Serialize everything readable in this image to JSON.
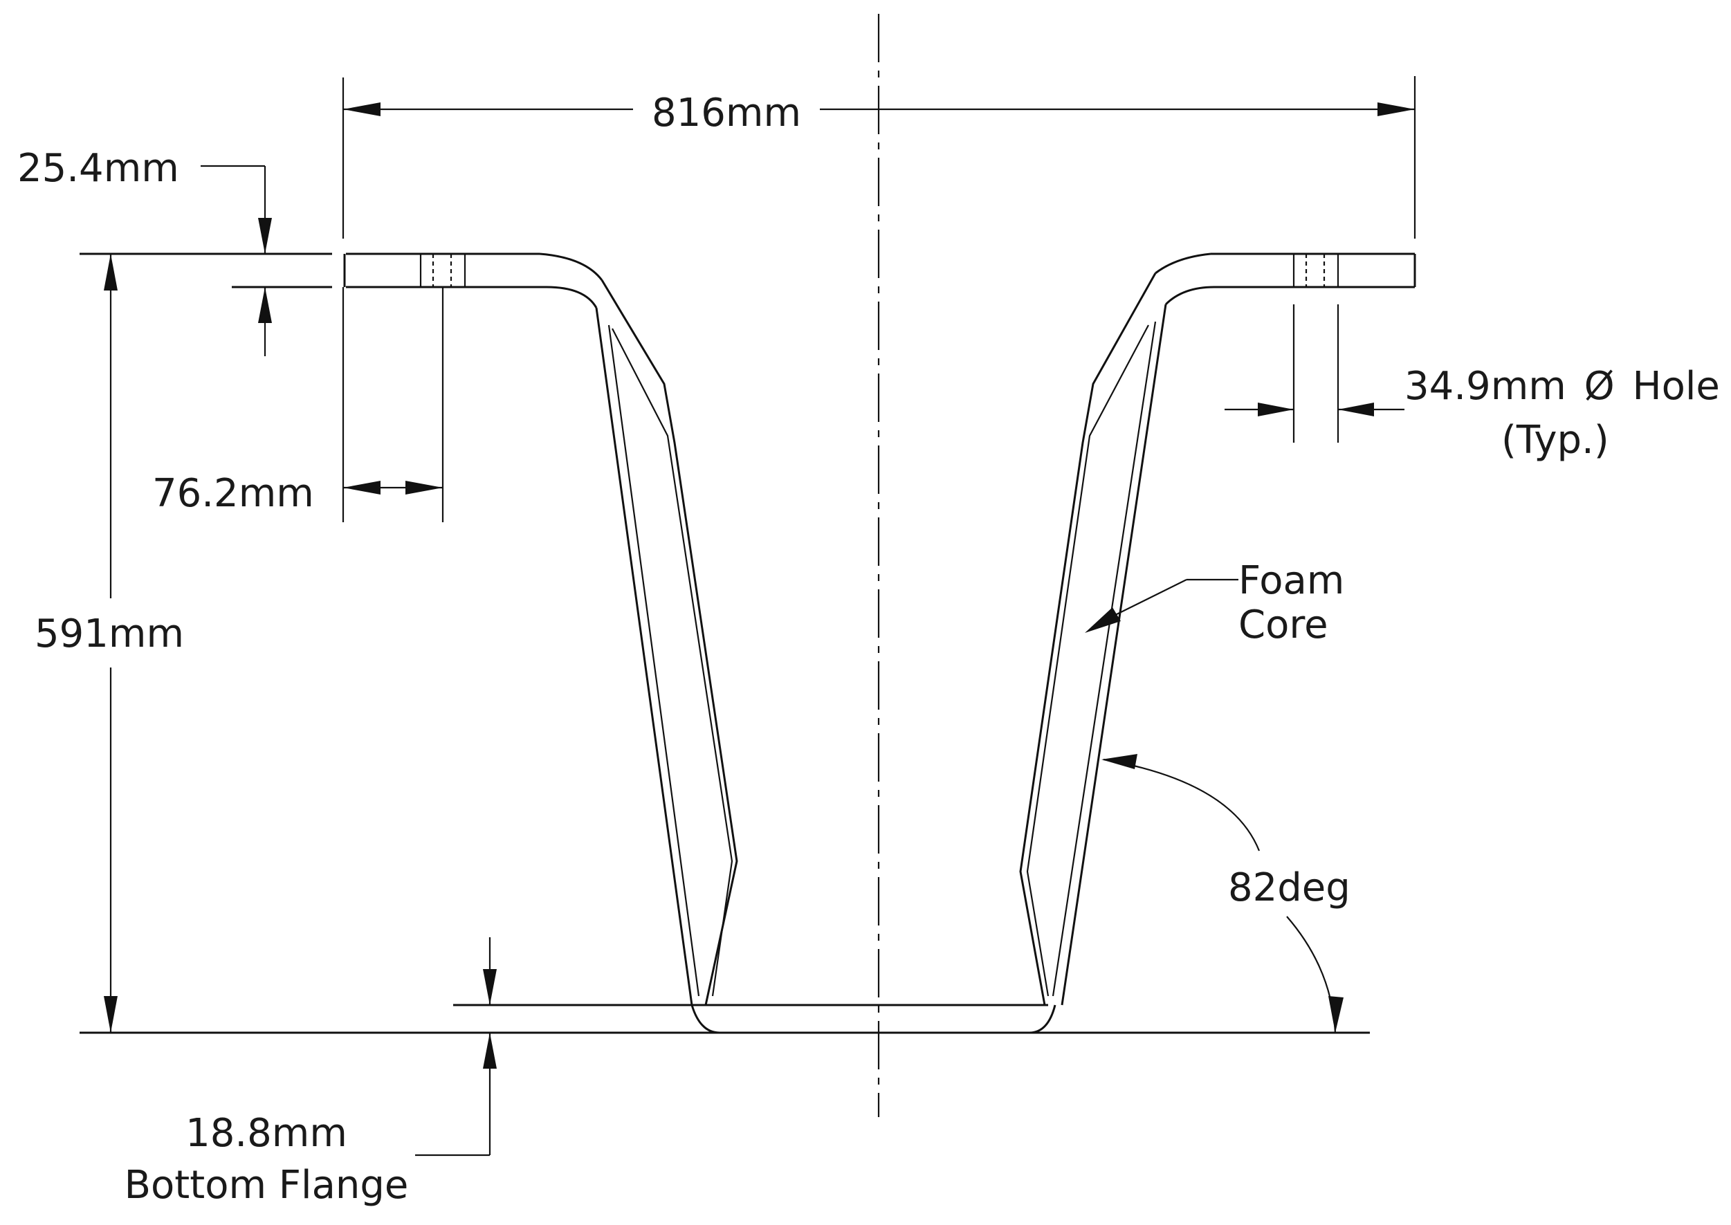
{
  "labels": {
    "overall_width": "816mm",
    "flange_thickness": "25.4mm",
    "hole_edge_distance": "76.2mm",
    "overall_height": "591mm",
    "hole_diameter": "34.9mm",
    "hole_symbol": "Ø",
    "hole_word": "Hole",
    "hole_note": "(Typ.)",
    "foam_line1": "Foam",
    "foam_line2": "Core",
    "wall_angle": "82deg",
    "bottom_flange_value": "18.8mm",
    "bottom_flange_name": "Bottom Flange"
  },
  "colors": {
    "line": "#111111",
    "background": "#ffffff"
  }
}
